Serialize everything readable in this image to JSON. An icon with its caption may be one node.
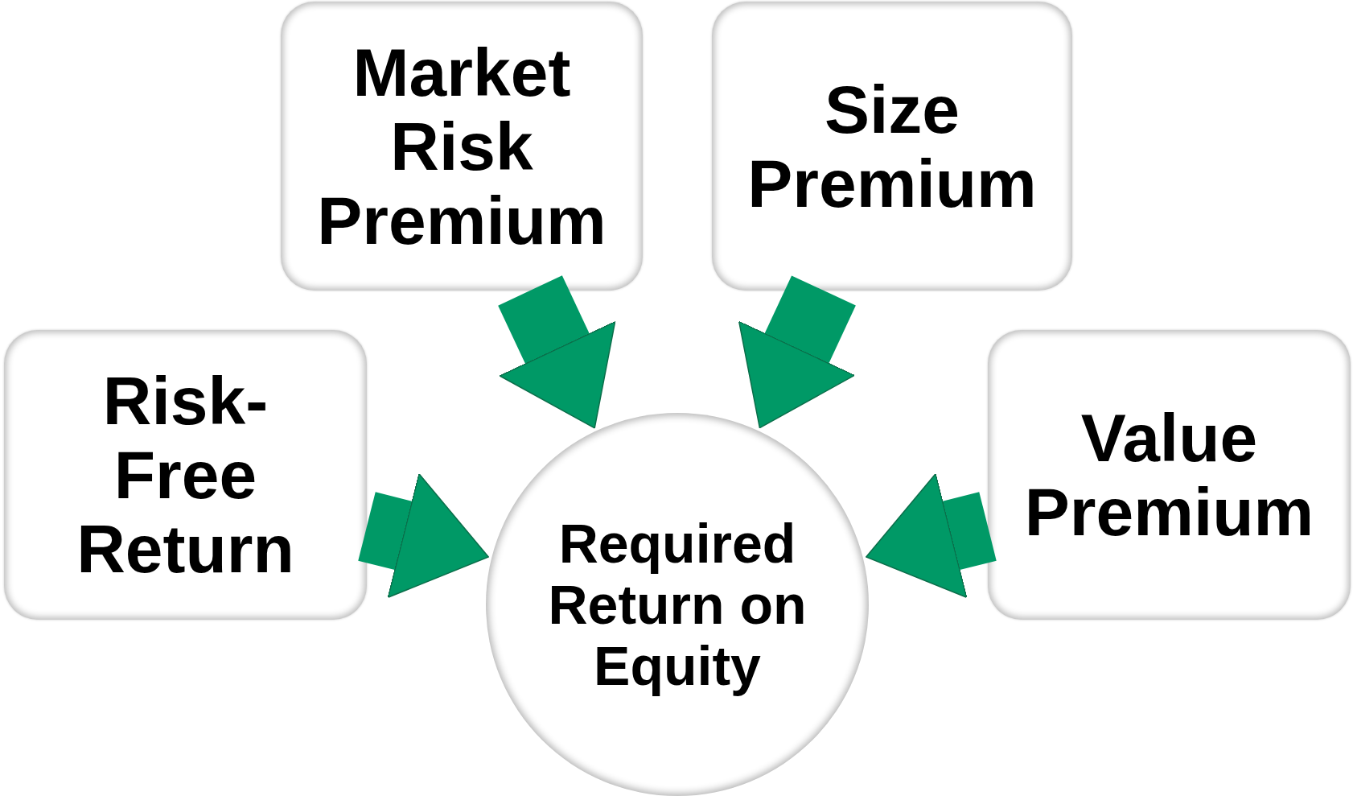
{
  "diagram": {
    "nodes": [
      {
        "text": [
          "Market Risk Premium"
        ]
      },
      {
        "text": [
          "Size Premium"
        ]
      },
      {
        "text": [
          "Risk-Free Return"
        ]
      },
      {
        "text": [
          "Value Premium"
        ]
      },
      {
        "text": [
          "Required Return on Equity"
        ]
      }
    ],
    "edges": [
      {
        "from": 0,
        "to": 4,
        "arrow": "to"
      },
      {
        "from": 1,
        "to": 4,
        "arrow": "to"
      },
      {
        "from": 2,
        "to": 4,
        "arrow": "to"
      },
      {
        "from": 3,
        "to": 4,
        "arrow": "to"
      }
    ]
  }
}
